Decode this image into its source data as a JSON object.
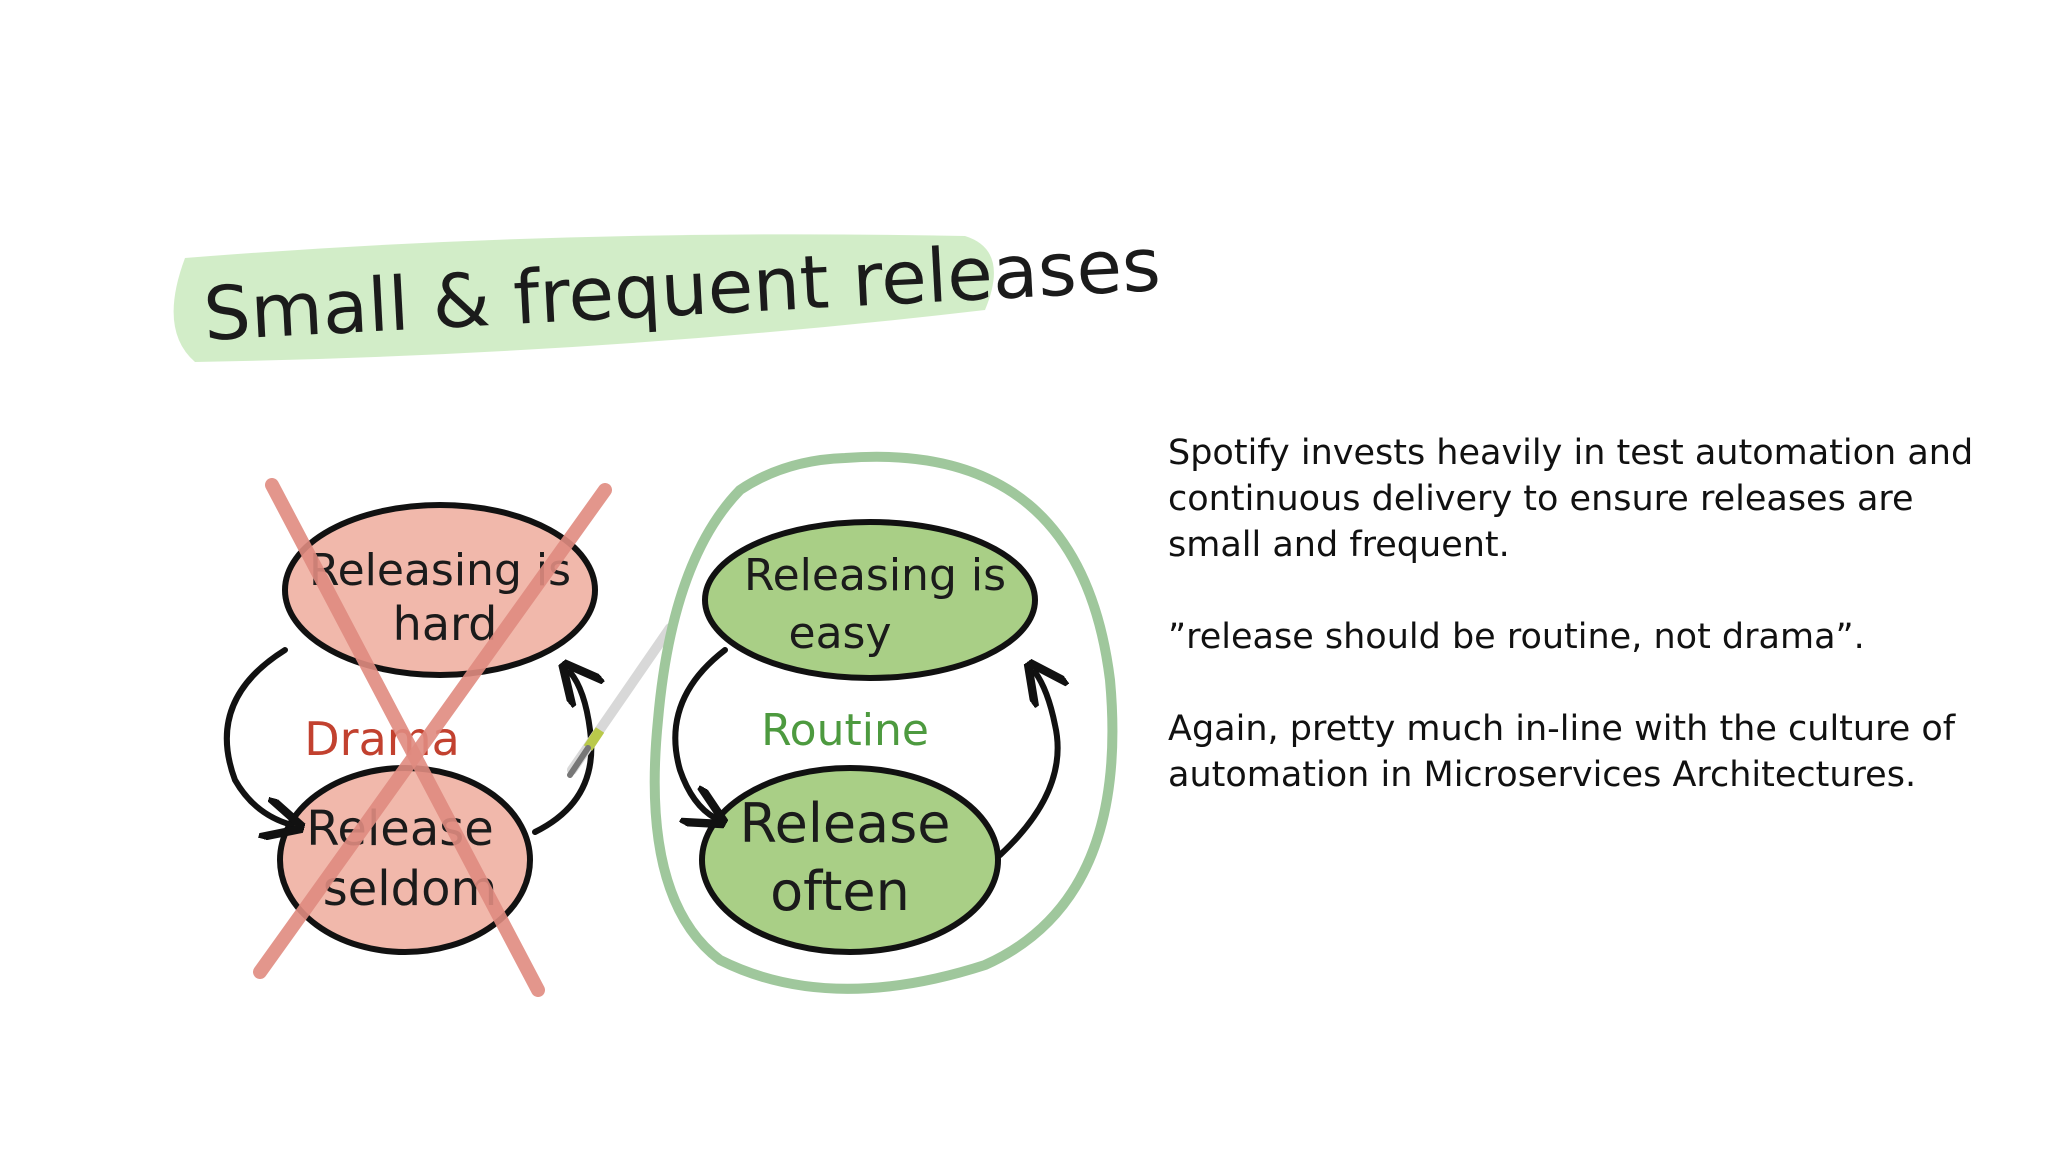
{
  "slide": {
    "title": "Small & frequent releases",
    "paragraphs": [
      "Spotify invests heavily in test automation and continuous delivery to ensure releases are small and frequent.",
      "”release should be routine, not drama”.",
      "Again, pretty much in-line with the culture of automation in Microservices Architectures."
    ]
  },
  "diagram": {
    "bad_cycle": {
      "top_node_line1": "Releasing is",
      "top_node_line2": "hard",
      "bottom_node_line1": "Release",
      "bottom_node_line2": "seldom",
      "cycle_label": "Drama"
    },
    "good_cycle": {
      "top_node_line1": "Releasing is",
      "top_node_line2": "easy",
      "bottom_node_line1": "Release",
      "bottom_node_line2": "often",
      "cycle_label": "Routine"
    }
  },
  "colors": {
    "title_highlight": "#cdebc2",
    "bad_fill": "#f1b8ab",
    "good_fill": "#a9cf86",
    "cross": "#e08b80",
    "drama_text": "#c2412f",
    "routine_text": "#4d9a3f",
    "good_ring": "#9fc79c"
  }
}
